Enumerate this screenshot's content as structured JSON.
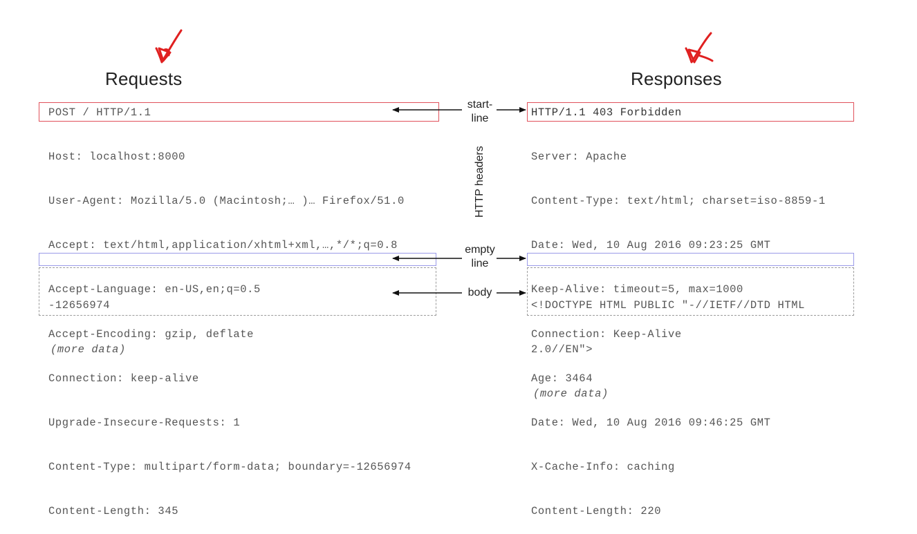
{
  "requests": {
    "title": "Requests",
    "start_line": "POST / HTTP/1.1",
    "headers": [
      "Host: localhost:8000",
      "User-Agent: Mozilla/5.0 (Macintosh;… )… Firefox/51.0",
      "Accept: text/html,application/xhtml+xml,…,*/*;q=0.8",
      "Accept-Language: en-US,en;q=0.5",
      "Accept-Encoding: gzip, deflate",
      "Connection: keep-alive",
      "Upgrade-Insecure-Requests: 1",
      "Content-Type: multipart/form-data; boundary=-12656974",
      "Content-Length: 345"
    ],
    "body": [
      "-12656974",
      "(more data)"
    ]
  },
  "responses": {
    "title": "Responses",
    "start_line": "HTTP/1.1 403 Forbidden",
    "headers": [
      "Server: Apache",
      "Content-Type: text/html; charset=iso-8859-1",
      "Date: Wed, 10 Aug 2016 09:23:25 GMT",
      "Keep-Alive: timeout=5, max=1000",
      "Connection: Keep-Alive",
      "Age: 3464",
      "Date: Wed, 10 Aug 2016 09:46:25 GMT",
      "X-Cache-Info: caching",
      "Content-Length: 220"
    ],
    "body": [
      "<!DOCTYPE HTML PUBLIC \"-//IETF//DTD HTML",
      "2.0//EN\">",
      "(more data)"
    ]
  },
  "labels": {
    "start_line": [
      "start-",
      "line"
    ],
    "http_headers": "HTTP headers",
    "empty_line": [
      "empty",
      "line"
    ],
    "body": "body"
  },
  "annotation_color": "#e02020"
}
